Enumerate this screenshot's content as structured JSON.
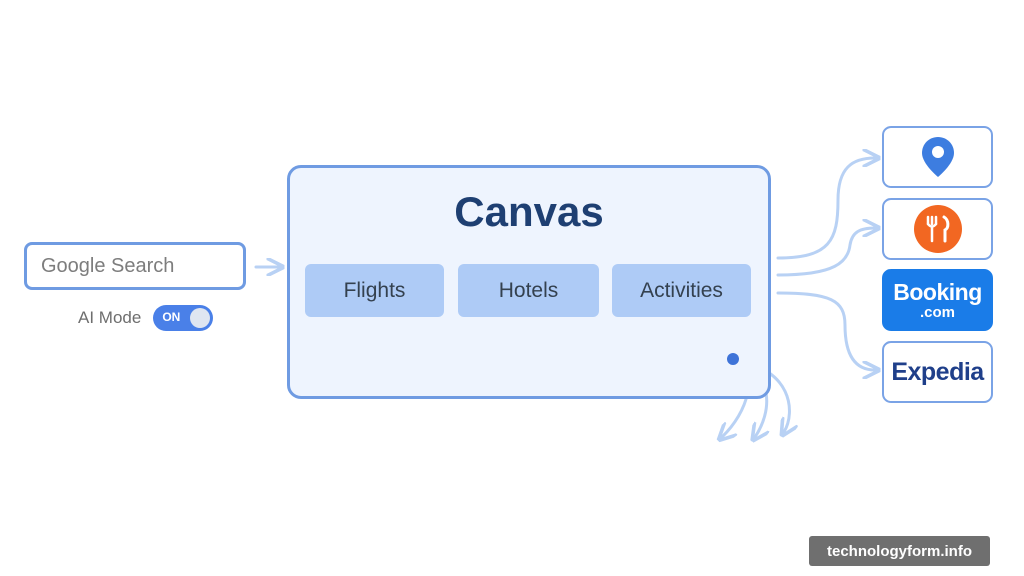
{
  "search": {
    "label": "Google Search"
  },
  "ai_mode": {
    "label": "AI Mode",
    "toggle_text": "ON"
  },
  "canvas": {
    "title": "Canvas",
    "items": [
      {
        "label": "Flights"
      },
      {
        "label": "Hotels"
      },
      {
        "label": "Activities"
      }
    ]
  },
  "partners": [
    {
      "icon": "location-pin-icon"
    },
    {
      "icon": "fork-knife-icon"
    },
    {
      "brand": "Booking",
      "suffix": ".com"
    },
    {
      "brand": "Expedia"
    }
  ],
  "colors": {
    "accent_border": "#6f9be2",
    "arrow": "#b8d1f4",
    "title": "#1e3f72",
    "chip": "#aecbf6",
    "booking_blue": "#1a7ce8",
    "expedia_navy": "#1f3f8a",
    "food_orange": "#f26722",
    "pin_blue": "#3d7de0"
  },
  "watermark": "technologyform.info"
}
